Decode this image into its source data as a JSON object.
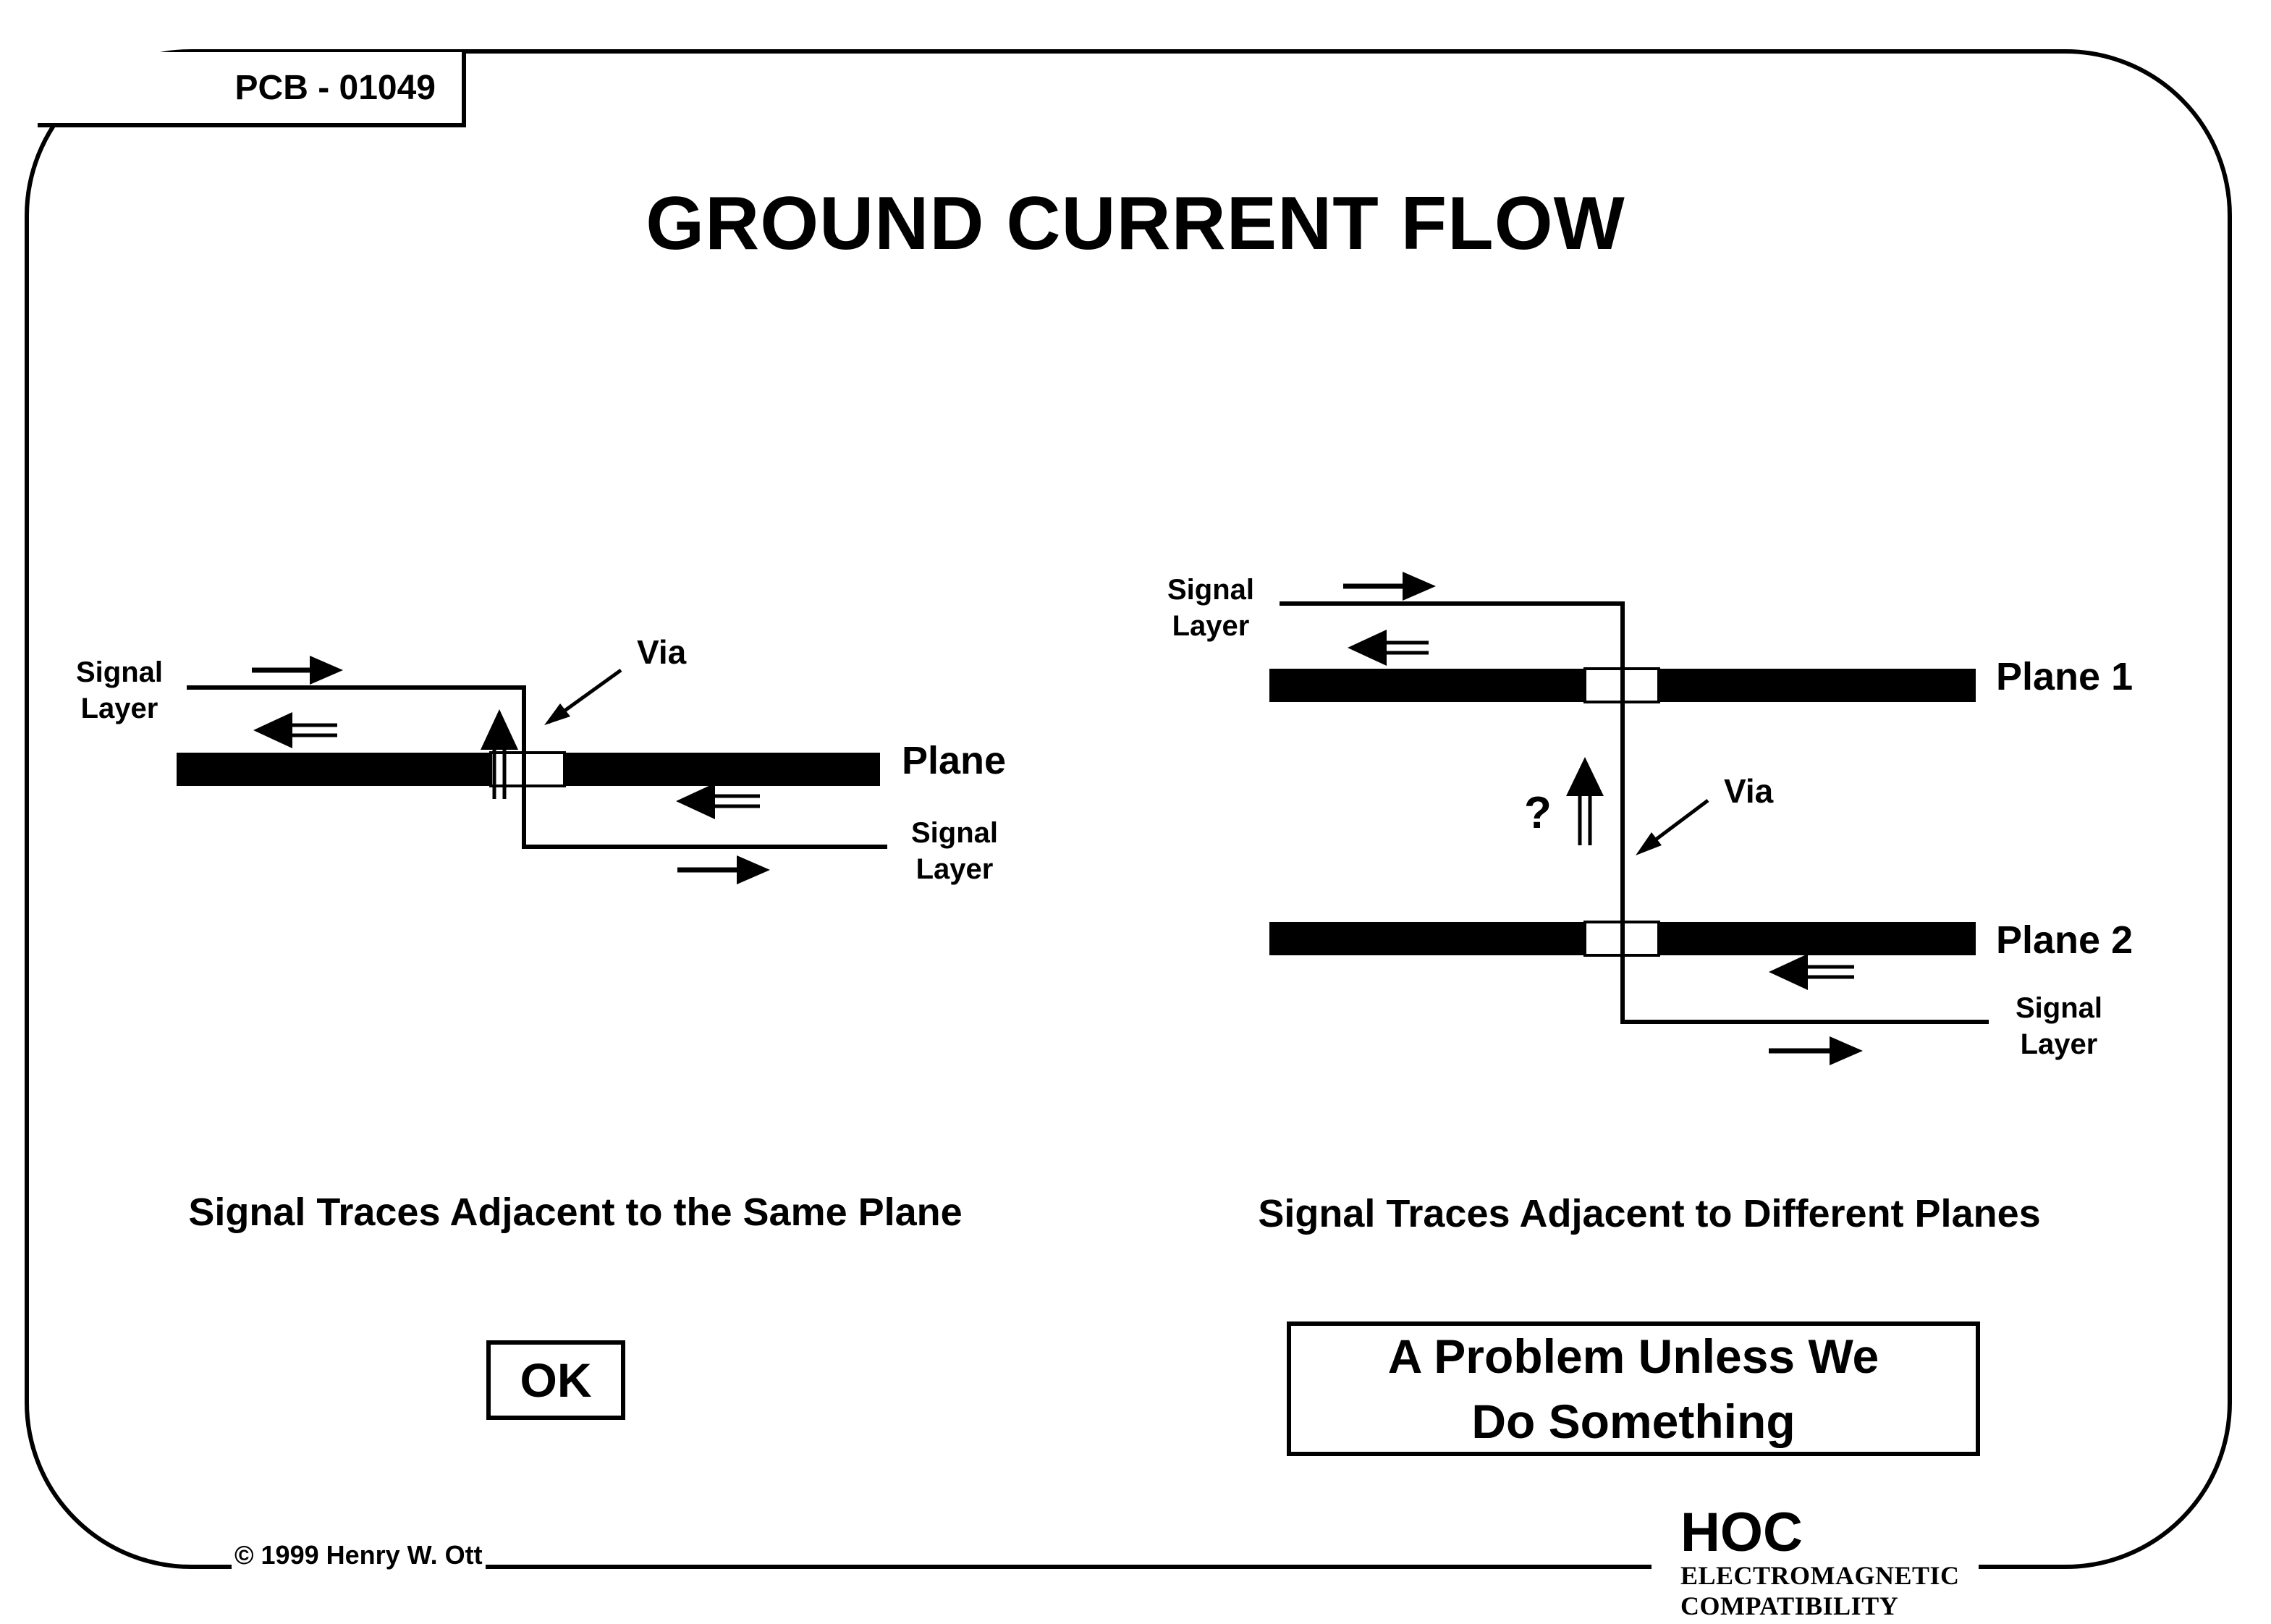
{
  "doc_code": "PCB - 01049",
  "title": "GROUND CURRENT FLOW",
  "left_diagram": {
    "signal_layer_top": [
      "Signal",
      "Layer"
    ],
    "via": "Via",
    "plane": "Plane",
    "signal_layer_bottom": [
      "Signal",
      "Layer"
    ],
    "caption": "Signal Traces Adjacent to the Same Plane",
    "verdict": "OK"
  },
  "right_diagram": {
    "signal_layer_top": [
      "Signal",
      "Layer"
    ],
    "plane_1": "Plane 1",
    "question_mark": "?",
    "via": "Via",
    "plane_2": "Plane 2",
    "signal_layer_bottom": [
      "Signal",
      "Layer"
    ],
    "caption": "Signal Traces Adjacent to Different Planes",
    "verdict": [
      "A Problem Unless We",
      "Do Something"
    ]
  },
  "footer": {
    "copyright": "© 1999 Henry W. Ott",
    "brand": "HOC",
    "brand_sub": [
      "ELECTROMAGNETIC",
      "COMPATIBILITY"
    ]
  }
}
